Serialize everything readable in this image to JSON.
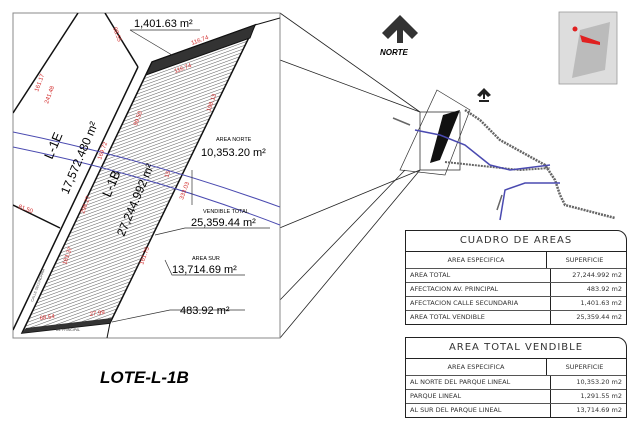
{
  "detail": {
    "lot_l1e_name": "L-1E",
    "lot_l1e_area": "17,572.480 m²",
    "lot_l1b_name": "L-1B",
    "lot_l1b_area": "27,244.992 m²",
    "callout_calle": "1,401.63 m²",
    "callout_norte_label": "AREA NORTE",
    "callout_norte": "10,353.20 m²",
    "callout_vendible_label": "VENDIBLE TOTAL",
    "callout_vendible": "25,359.44 m²",
    "callout_sur_label": "AREA SUR",
    "callout_sur": "13,714.69 m²",
    "callout_av": "483.92 m²",
    "street_secundaria": "CALLE SECUNDARIA",
    "street_principal": "AV. PRINCIPAL",
    "dims": [
      "98.55",
      "116.74",
      "116.74",
      "161.17",
      "241.48",
      "198.13",
      "99.50",
      "169.72",
      "15",
      "333.03",
      "298.27",
      "81.50",
      "183.37",
      "161.75",
      "68.54",
      "27.99"
    ]
  },
  "north_label": "NORTE",
  "title": "LOTE-L-1B",
  "table1": {
    "title": "CUADRO DE AREAS",
    "headers": [
      "AREA ESPECIFICA",
      "SUPERFICIE"
    ],
    "rows": [
      [
        "AREA TOTAL",
        "27,244.992 m2"
      ],
      [
        "AFECTACION AV. PRINCIPAL",
        "483.92 m2"
      ],
      [
        "AFECTACION CALLE SECUNDARIA",
        "1,401.63 m2"
      ],
      [
        "AREA TOTAL VENDIBLE",
        "25,359.44 m2"
      ]
    ]
  },
  "table2": {
    "title": "AREA TOTAL VENDIBLE",
    "headers": [
      "AREA ESPECIFICA",
      "SUPERFICIE"
    ],
    "rows": [
      [
        "AL NORTE DEL PARQUE LINEAL",
        "10,353.20 m2"
      ],
      [
        "PARQUE LINEAL",
        "1,291.55 m2"
      ],
      [
        "AL SUR DEL PARQUE LINEAL",
        "13,714.69 m2"
      ]
    ]
  },
  "colors": {
    "dimension": "#d32f2f",
    "river": "#4a4ab0",
    "line": "#111111"
  }
}
